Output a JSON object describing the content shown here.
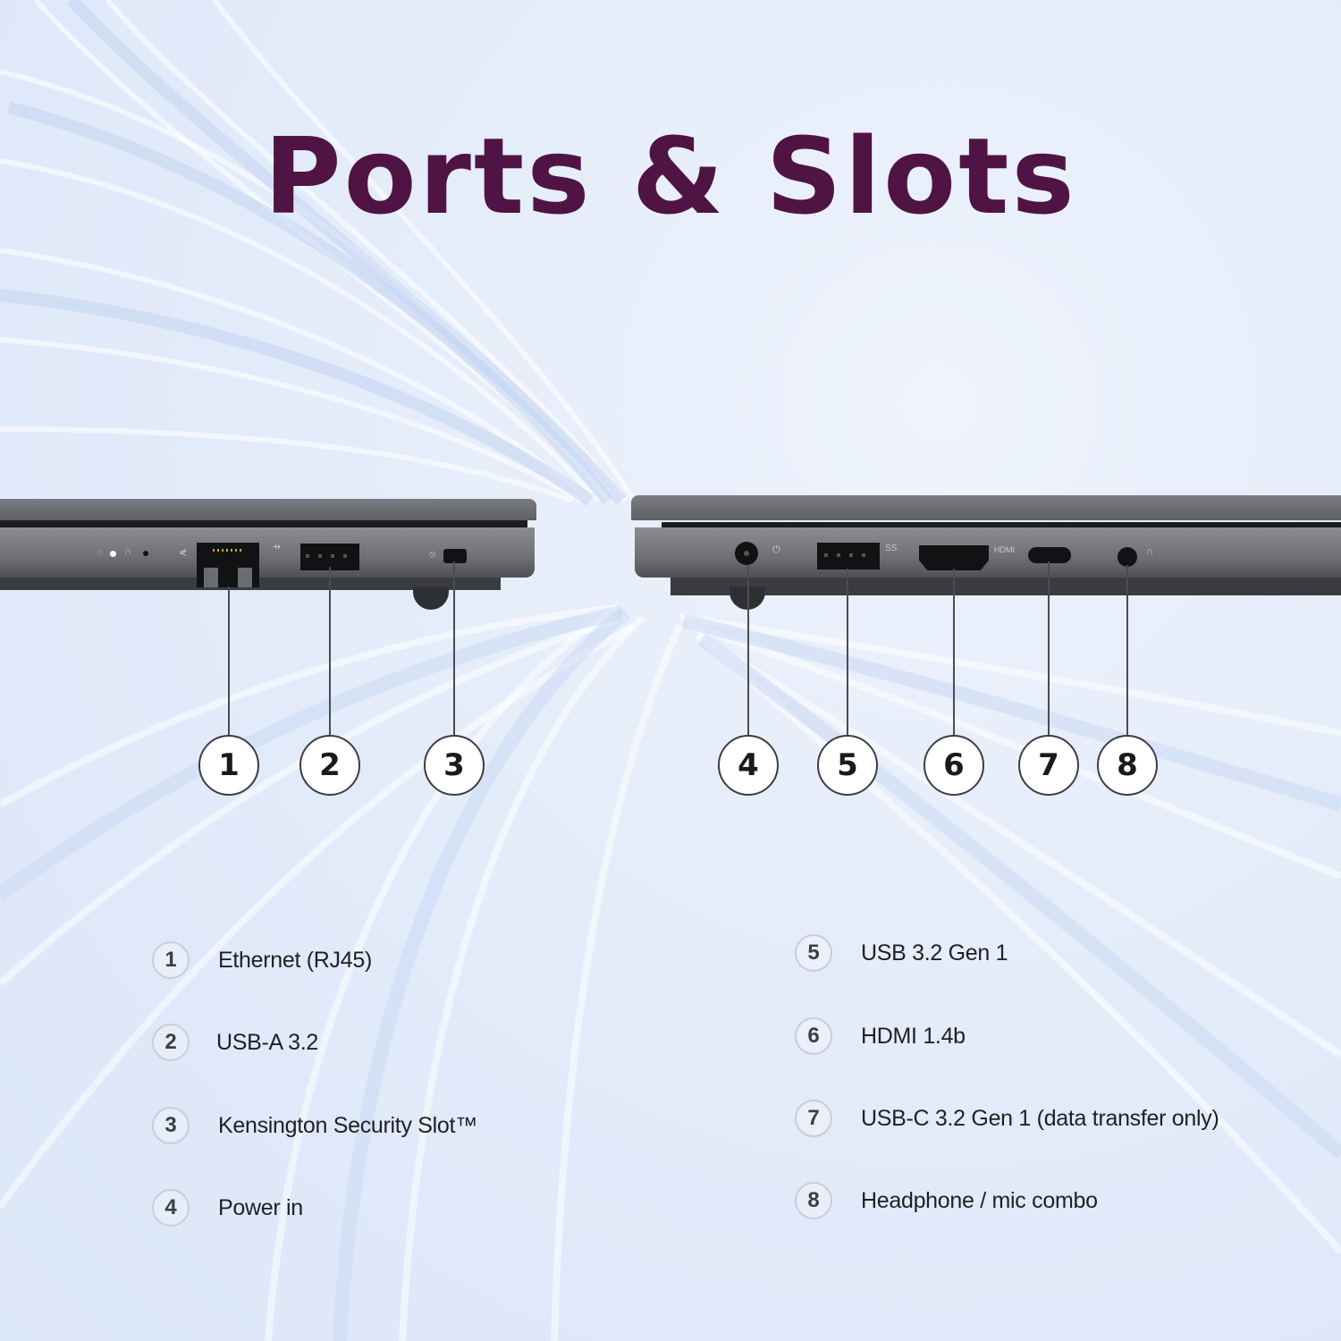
{
  "page": {
    "title": "Ports & Slots",
    "title_color": "#4f1444",
    "background_color": "#e6eefb"
  },
  "left_side": {
    "callouts": [
      {
        "number": "1",
        "port": "ethernet-rj45"
      },
      {
        "number": "2",
        "port": "usb-a"
      },
      {
        "number": "3",
        "port": "kensington-slot"
      }
    ],
    "indicator_icons": [
      "power-led-icon",
      "charging-led-icon",
      "status-led-icon",
      "network-icon",
      "usb-icon",
      "lock-icon"
    ]
  },
  "right_side": {
    "callouts": [
      {
        "number": "4",
        "port": "power-in"
      },
      {
        "number": "5",
        "port": "usb-a-3-2"
      },
      {
        "number": "6",
        "port": "hdmi"
      },
      {
        "number": "7",
        "port": "usb-c"
      },
      {
        "number": "8",
        "port": "audio-jack"
      }
    ],
    "port_labels": {
      "usb": "SS",
      "hdmi": "HDMI"
    }
  },
  "legend": {
    "left": [
      {
        "number": "1",
        "label": "Ethernet (RJ45)"
      },
      {
        "number": "2",
        "label": "USB-A 3.2"
      },
      {
        "number": "3",
        "label": "Kensington Security Slot™"
      },
      {
        "number": "4",
        "label": "Power in"
      }
    ],
    "right": [
      {
        "number": "5",
        "label": "USB 3.2 Gen 1"
      },
      {
        "number": "6",
        "label": "HDMI 1.4b"
      },
      {
        "number": "7",
        "label": "USB-C 3.2 Gen 1 (data transfer only)"
      },
      {
        "number": "8",
        "label": "Headphone / mic combo"
      }
    ]
  }
}
